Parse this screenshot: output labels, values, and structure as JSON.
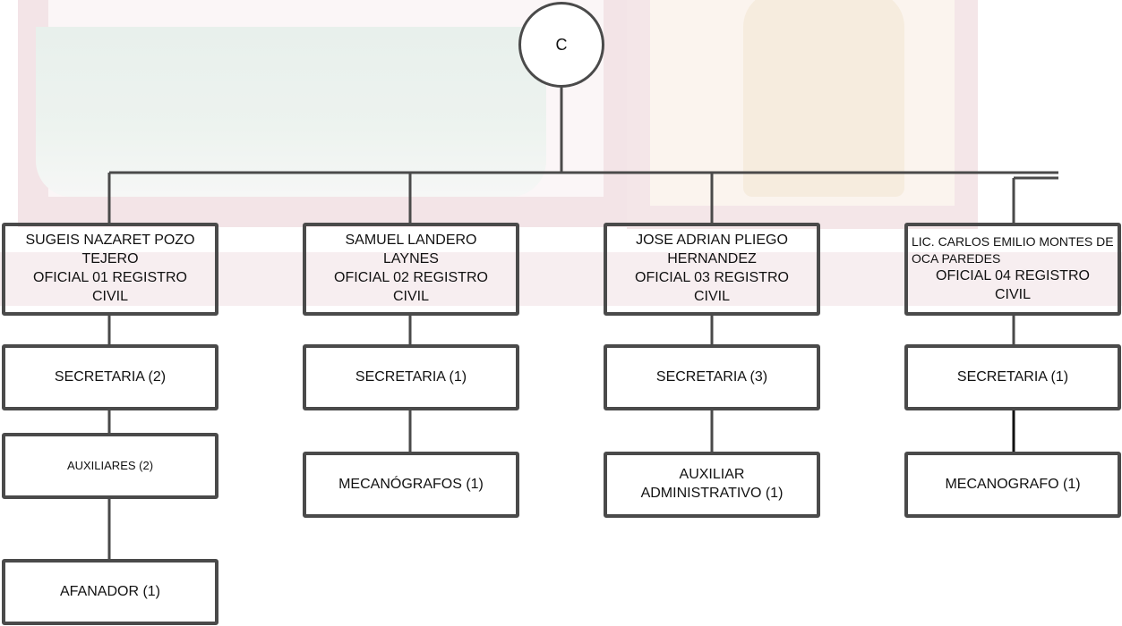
{
  "root": {
    "label": "C"
  },
  "officers": [
    {
      "name": "SUGEIS NAZARET POZO TEJERO",
      "role": "OFICIAL 01 REGISTRO CIVIL"
    },
    {
      "name": "SAMUEL LANDERO LAYNES",
      "role": "OFICIAL 02 REGISTRO CIVIL"
    },
    {
      "name": "JOSE ADRIAN PLIEGO HERNANDEZ",
      "role": "OFICIAL 03 REGISTRO CIVIL"
    },
    {
      "name": "LIC. CARLOS EMILIO MONTES DE OCA PAREDES",
      "role": "OFICIAL 04 REGISTRO CIVIL"
    }
  ],
  "branch1": {
    "secretaria": "SECRETARIA (2)",
    "auxiliares": "AUXILIARES (2)",
    "afanador": "AFANADOR (1)"
  },
  "branch2": {
    "secretaria": "SECRETARIA (1)",
    "mecanografos": "MECANÓGRAFOS (1)"
  },
  "branch3": {
    "secretaria": "SECRETARIA (3)",
    "auxiliar": "AUXILIAR ADMINISTRATIVO (1)"
  },
  "branch4": {
    "secretaria": "SECRETARIA (1)",
    "mecanografo": "MECANOGRAFO (1)"
  },
  "colors": {
    "border": "#4a4a4a",
    "watermark_pink": "#f4e2e6",
    "watermark_green": "#e8f0ec"
  }
}
